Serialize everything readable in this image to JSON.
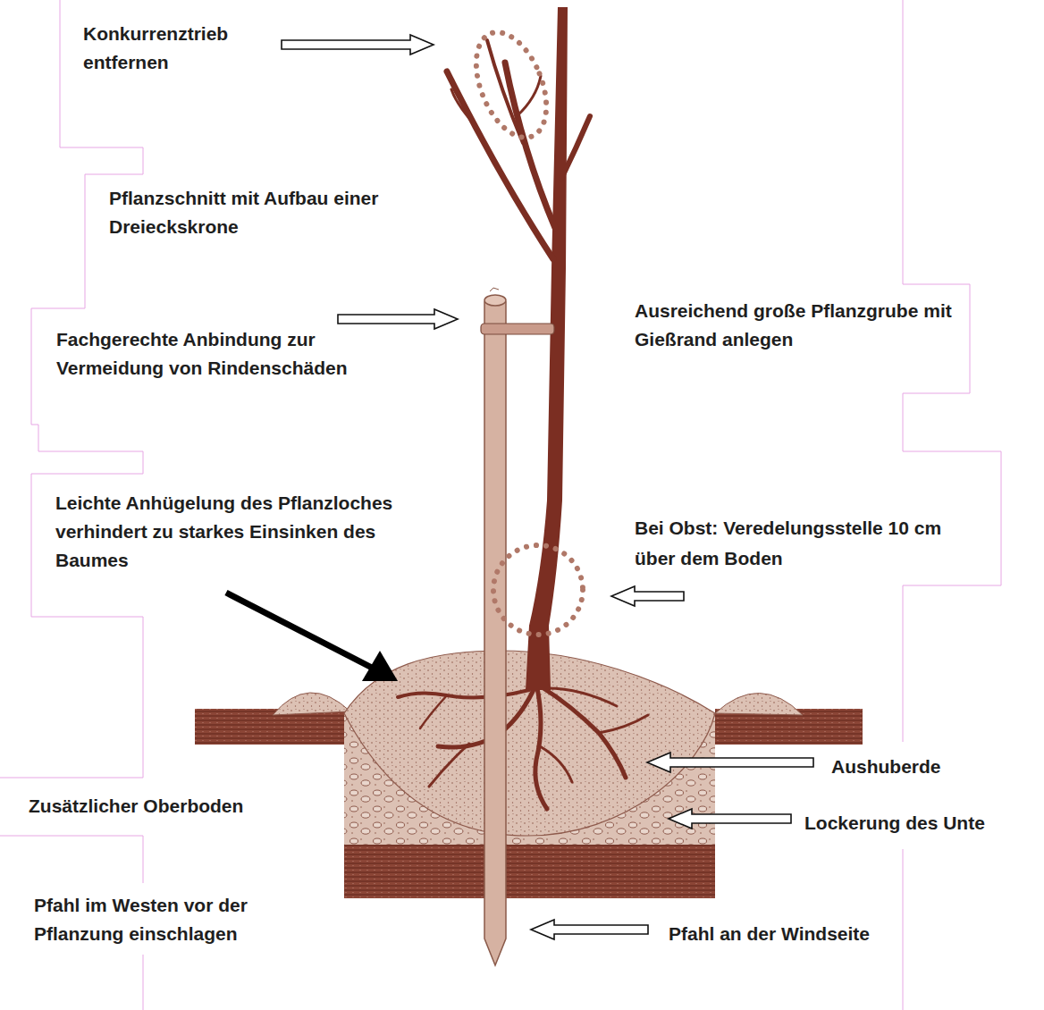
{
  "diagram": {
    "labels": [
      "Konkurrenztrieb entfernen",
      "Pflanzschnitt mit Aufbau einer Dreieckskrone",
      "Fachgerechte Anbindung zur Vermeidung von Rindenschäden",
      "Ausreichend große Pflanzgrube mit Gießrand anlegen",
      "Leichte Anhügelung des Pflanzloches verhindert zu starkes Einsinken des Baumes",
      "Bei Obst: Veredelungsstelle 10 cm über dem Boden",
      "Aushuberde",
      "Lockerung des Unte",
      "Zusätzlicher Oberboden",
      "Pfahl im Westen vor der Pflanzung einschlagen",
      "Pfahl an der Windseite"
    ]
  }
}
